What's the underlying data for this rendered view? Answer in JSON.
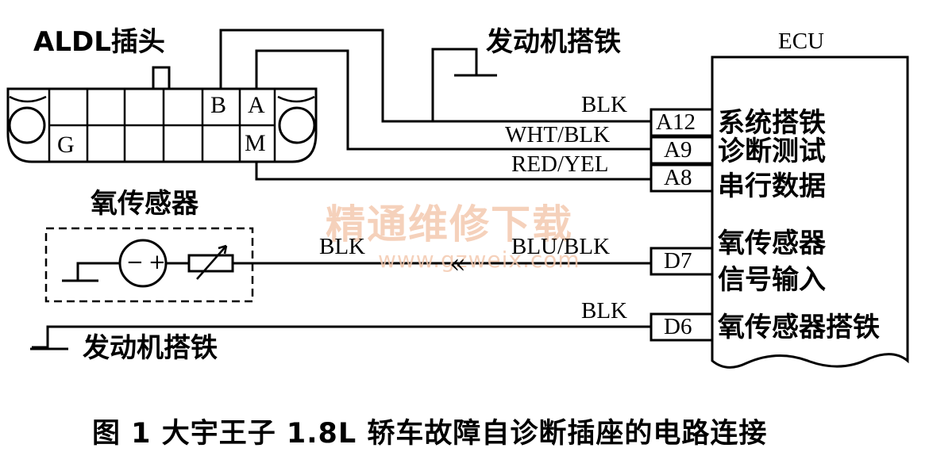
{
  "connector": {
    "title": "ALDL插头",
    "pin_b": "B",
    "pin_a": "A",
    "pin_m": "M",
    "pin_g": "G"
  },
  "engine_ground_top": "发动机搭铁",
  "engine_ground_bottom": "发动机搭铁",
  "ecu": {
    "title": "ECU",
    "pins": {
      "a12": "A12",
      "a9": "A9",
      "a8": "A8",
      "d7": "D7",
      "d6": "D6"
    },
    "functions": {
      "a12": "系统搭铁",
      "a9": "诊断测试",
      "a8": "串行数据",
      "d7_line1": "氧传感器",
      "d7_line2": "信号输入",
      "d6": "氧传感器搭铁"
    }
  },
  "wires": {
    "a12": "BLK",
    "a9": "WHT/BLK",
    "a8": "RED/YEL",
    "o2_left": "BLK",
    "o2_right": "BLU/BLK",
    "d6": "BLK"
  },
  "sensor": {
    "title": "氧传感器",
    "minus": "−",
    "plus": "+",
    "connector_mark": "«"
  },
  "watermark": {
    "text": "精通维修下载",
    "url": "www.gzweix.com"
  },
  "caption": "图 1 大宇王子 1.8L 轿车故障自诊断插座的电路连接"
}
